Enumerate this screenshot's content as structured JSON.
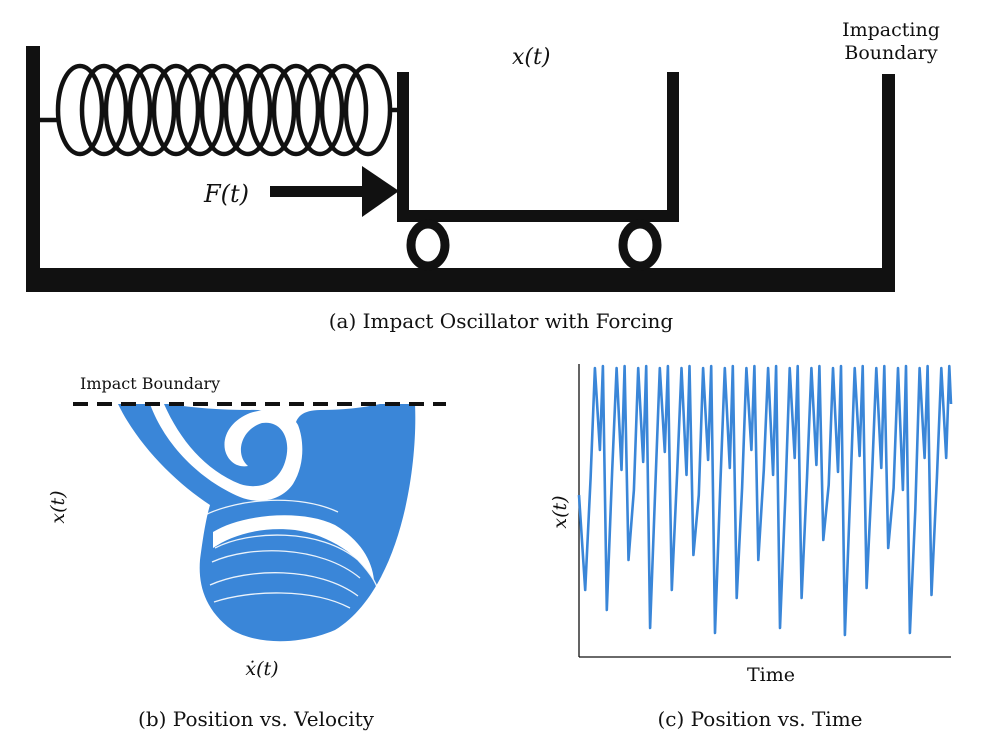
{
  "panel_a": {
    "caption": "(a) Impact Oscillator with Forcing",
    "position_label": "x(t)",
    "force_label": "F(t)",
    "boundary_label_line1": "Impacting",
    "boundary_label_line2": "Boundary"
  },
  "panel_b": {
    "caption": "(b) Position vs. Velocity",
    "boundary_label": "Impact Boundary",
    "ylabel": "x(t)",
    "xlabel": "ẋ(t)"
  },
  "panel_c": {
    "caption": "(c) Position vs. Time",
    "ylabel": "x(t)",
    "xlabel": "Time"
  },
  "colors": {
    "curve": "#3a86d8",
    "ink": "#111111"
  }
}
